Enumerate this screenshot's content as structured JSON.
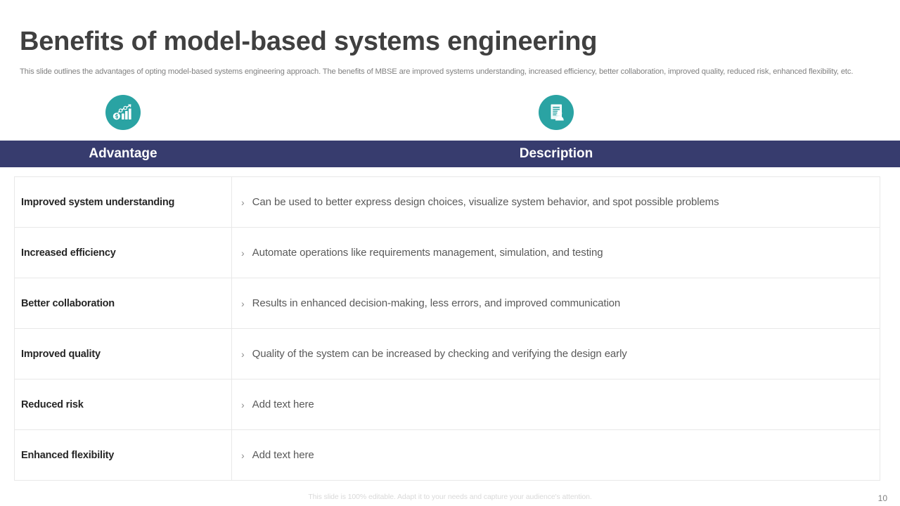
{
  "slide": {
    "title": "Benefits of model-based systems engineering",
    "subtitle": "This slide outlines the advantages of opting model-based systems engineering approach. The benefits of MBSE are improved systems understanding, increased efficiency, better collaboration, improved quality, reduced risk, enhanced flexibility, etc.",
    "footer_note": "This slide is 100% editable. Adapt it to your needs and capture your audience's attention.",
    "page_number": "10"
  },
  "icons": {
    "advantage_icon": "growth-chart-icon",
    "description_icon": "document-person-icon",
    "circle_color": "#2aa3a3"
  },
  "table": {
    "header_band_color": "#373c6e",
    "columns": [
      "Advantage",
      "Description"
    ],
    "bullet": "›",
    "rows": [
      {
        "advantage": "Improved system understanding",
        "description": "Can be used to better express design choices, visualize system behavior, and spot possible problems"
      },
      {
        "advantage": "Increased efficiency",
        "description": "Automate operations like requirements management, simulation, and testing"
      },
      {
        "advantage": "Better collaboration",
        "description": "Results in enhanced decision-making, less errors, and improved communication"
      },
      {
        "advantage": "Improved quality",
        "description": "Quality of the system can be increased by checking and verifying the design early"
      },
      {
        "advantage": "Reduced risk",
        "description": "Add text here"
      },
      {
        "advantage": "Enhanced flexibility",
        "description": "Add text here"
      }
    ]
  }
}
